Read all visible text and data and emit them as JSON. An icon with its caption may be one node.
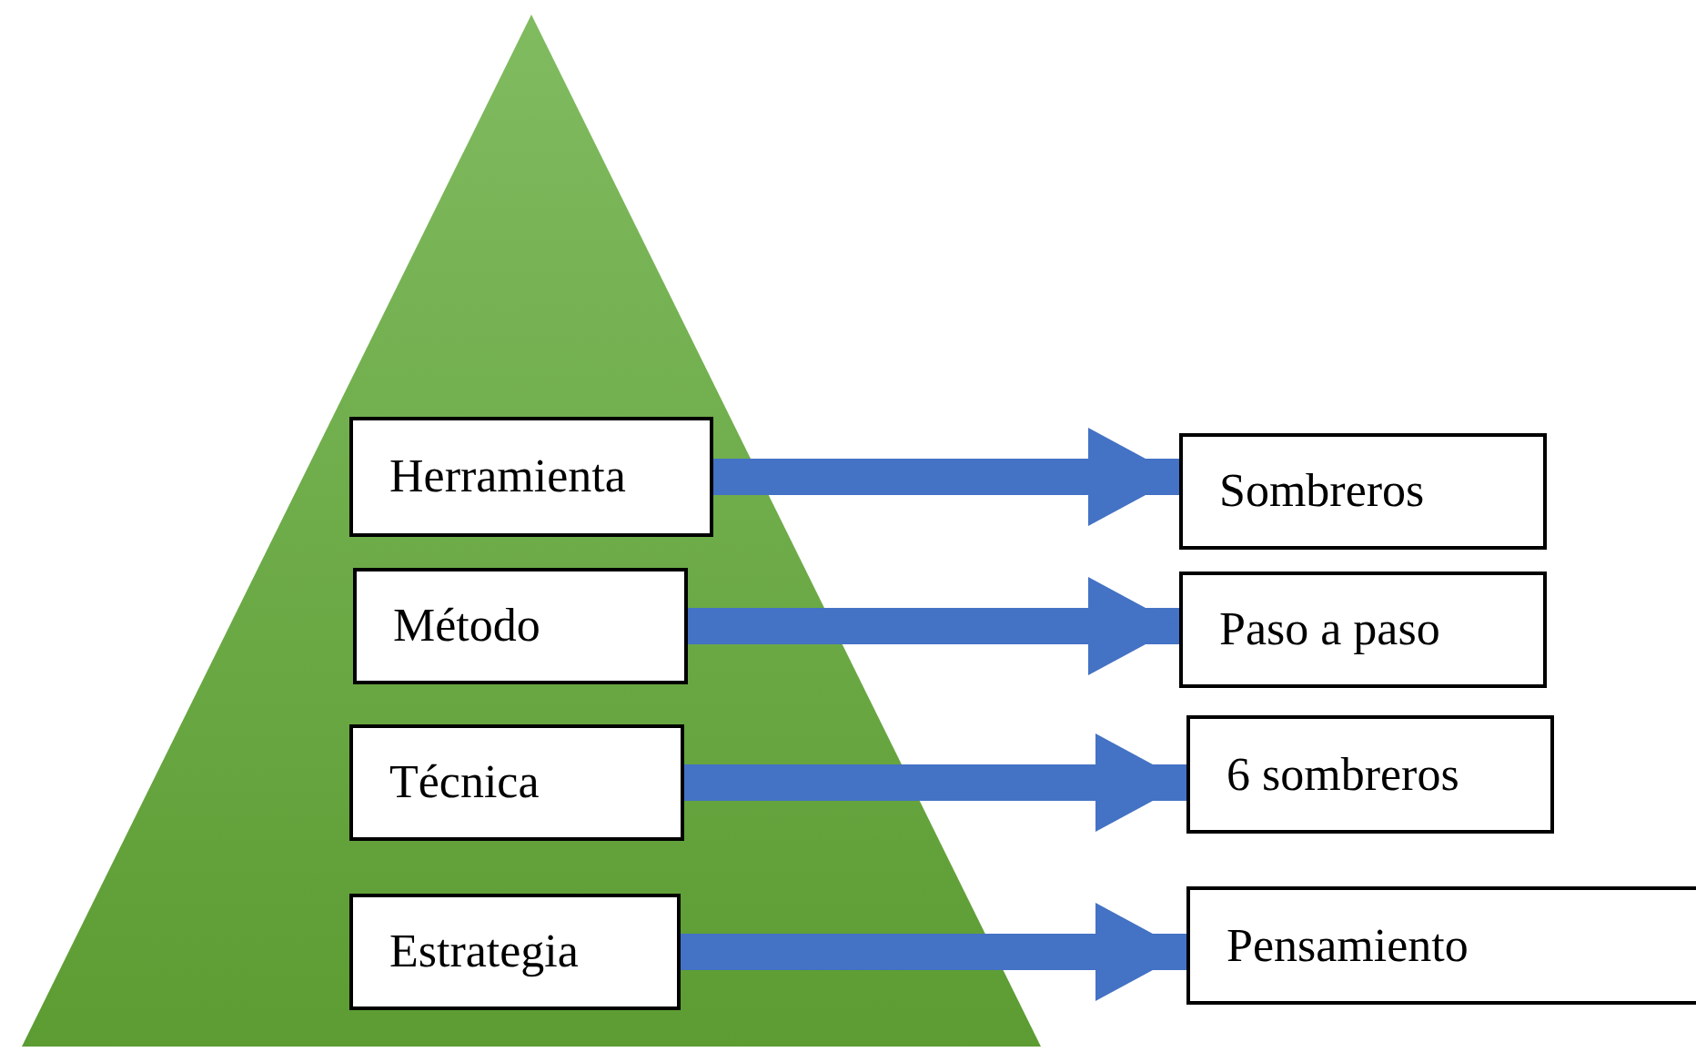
{
  "diagram": {
    "nodes": [
      {
        "text": [],
        "shape": "triangle"
      },
      {
        "text": [
          "Herramienta"
        ],
        "in": 0
      },
      {
        "text": [
          "Método"
        ],
        "in": 0
      },
      {
        "text": [
          "Técnica"
        ],
        "in": 0
      },
      {
        "text": [
          "Estrategia"
        ],
        "in": 0
      },
      {
        "text": [
          "Sombreros"
        ]
      },
      {
        "text": [
          "Paso a paso"
        ]
      },
      {
        "text": [
          "6 sombreros"
        ]
      },
      {
        "text": [
          "Pensamiento"
        ]
      }
    ],
    "edges": [
      {
        "from": 1,
        "to": 5,
        "arrow": "to"
      },
      {
        "from": 2,
        "to": 6,
        "arrow": "to"
      },
      {
        "from": 3,
        "to": 7,
        "arrow": "to"
      },
      {
        "from": 4,
        "to": 8,
        "arrow": "to"
      }
    ]
  }
}
